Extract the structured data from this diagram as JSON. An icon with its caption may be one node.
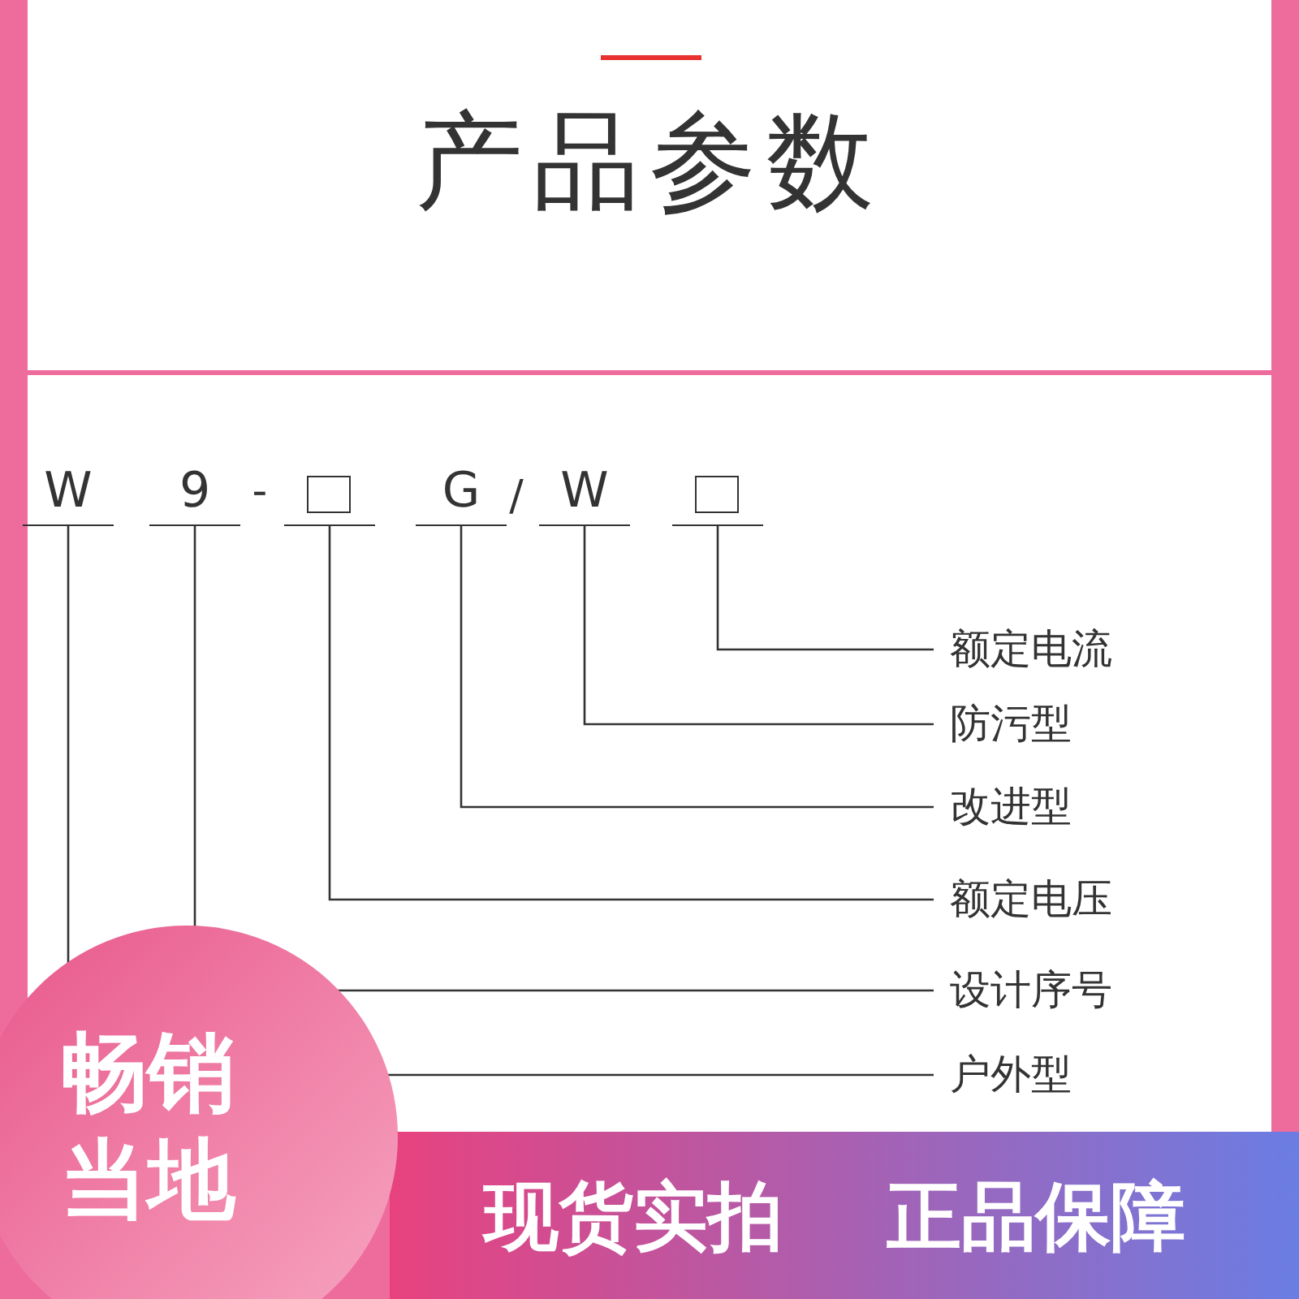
{
  "diagram": {
    "title": "产品参数",
    "nodes": [
      {
        "text": [
          "W"
        ]
      },
      {
        "text": [
          "9"
        ]
      },
      {
        "text": [],
        "shape": "box"
      },
      {
        "text": [
          "G"
        ]
      },
      {
        "text": [
          "W"
        ]
      },
      {
        "text": [],
        "shape": "box"
      },
      {
        "text": [
          "额定电流"
        ]
      },
      {
        "text": [
          "防污型"
        ]
      },
      {
        "text": [
          "改进型"
        ]
      },
      {
        "text": [
          "额定电压"
        ]
      },
      {
        "text": [
          "设计序号"
        ]
      },
      {
        "text": [
          "户外型"
        ]
      },
      {
        "text": [
          "畅销当地"
        ]
      },
      {
        "text": [
          "现货实拍",
          "正品保障"
        ]
      }
    ],
    "edges": [
      {
        "from": 5,
        "to": 6,
        "arrow": "none"
      },
      {
        "from": 4,
        "to": 7,
        "arrow": "none"
      },
      {
        "from": 3,
        "to": 8,
        "arrow": "none"
      },
      {
        "from": 2,
        "to": 9,
        "arrow": "none"
      },
      {
        "from": 1,
        "to": 10,
        "arrow": "none"
      },
      {
        "from": 0,
        "to": 11,
        "arrow": "none"
      }
    ],
    "labels": [
      "-",
      "/"
    ]
  }
}
